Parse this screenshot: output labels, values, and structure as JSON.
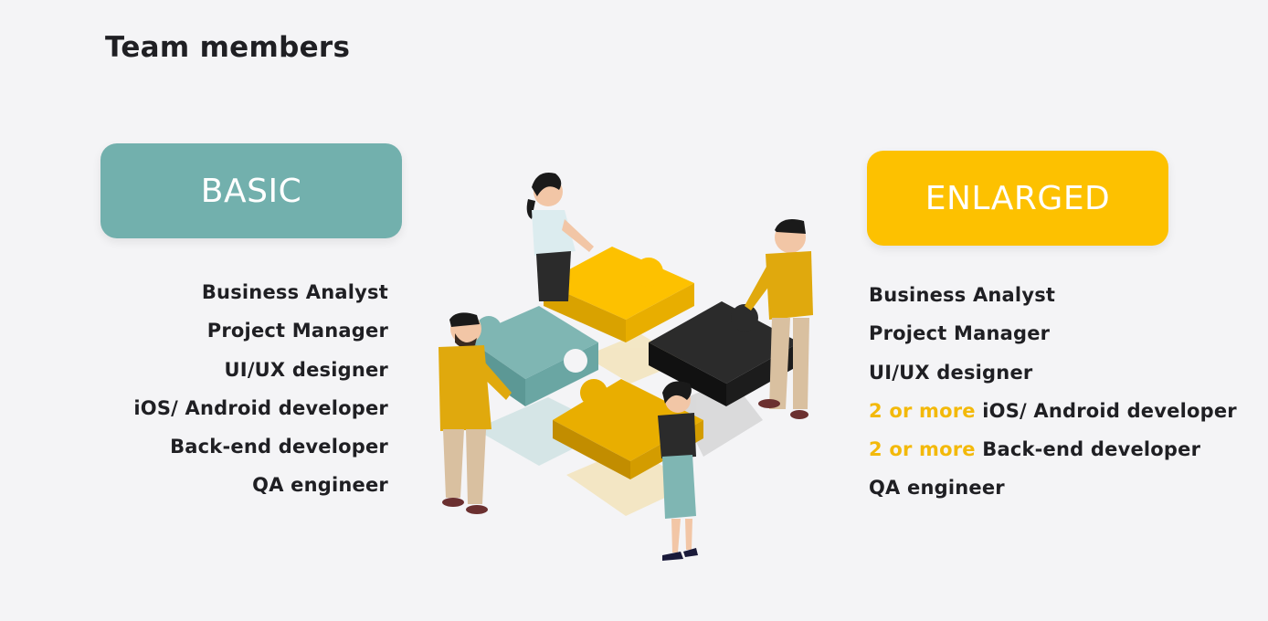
{
  "page": {
    "title": "Team members"
  },
  "basic": {
    "label": "BASIC",
    "color": "#72b0ad",
    "roles": [
      "Business Analyst",
      "Project Manager",
      "UI/UX designer",
      "iOS/ Android developer",
      "Back-end developer",
      "QA engineer"
    ]
  },
  "enlarged": {
    "label": "ENLARGED",
    "color": "#fdc100",
    "roles": [
      {
        "prefix": "",
        "text": "Business Analyst"
      },
      {
        "prefix": "",
        "text": "Project Manager"
      },
      {
        "prefix": "",
        "text": "UI/UX designer"
      },
      {
        "prefix": "2 or more",
        "text": "iOS/ Android developer"
      },
      {
        "prefix": "2 or more",
        "text": "Back-end developer"
      },
      {
        "prefix": "",
        "text": "QA engineer"
      }
    ]
  },
  "illustration": {
    "subject": "team-assembling-puzzle"
  }
}
